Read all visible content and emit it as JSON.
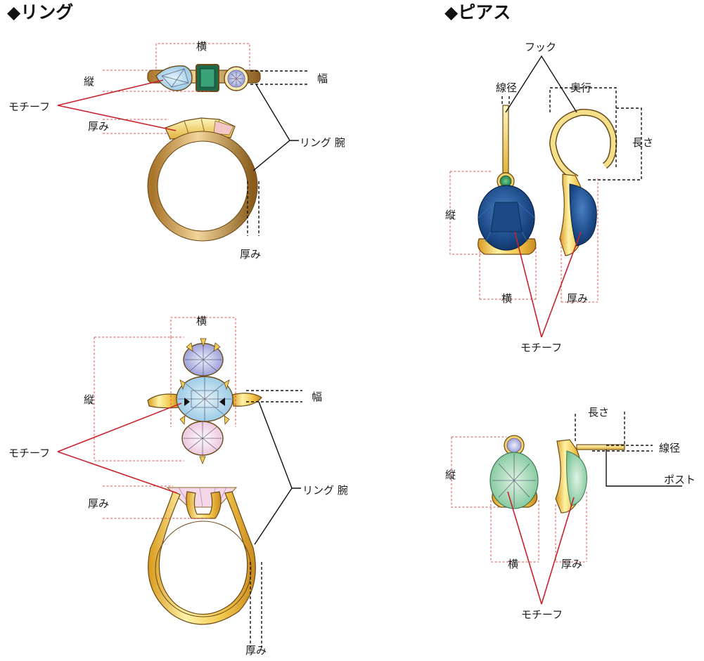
{
  "headers": {
    "ring": "◆リング",
    "pierce": "◆ピアス"
  },
  "ring1": {
    "width_label": "横",
    "length_label": "縦",
    "breadth_label": "幅",
    "motif_label": "モチーフ",
    "thickness_top_label": "厚み",
    "shank_label": "リング 腕",
    "thickness_bottom_label": "厚み"
  },
  "ring2": {
    "width_label": "横",
    "length_label": "縦",
    "breadth_label": "幅",
    "motif_label": "モチーフ",
    "thickness_top_label": "厚み",
    "shank_label": "リング 腕",
    "thickness_bottom_label": "厚み"
  },
  "pierce1": {
    "hook_label": "フック",
    "wire_label": "線径",
    "depth_label": "奥行",
    "length_label": "長さ",
    "height_label": "縦",
    "width_label": "横",
    "thickness_label": "厚み",
    "motif_label": "モチーフ"
  },
  "pierce2": {
    "length_label": "長さ",
    "wire_label": "線径",
    "post_label": "ポスト",
    "height_label": "縦",
    "width_label": "横",
    "thickness_label": "厚み",
    "motif_label": "モチーフ"
  },
  "colors": {
    "gold_light": "#f3e27a",
    "gold_dark": "#c98a1e",
    "bronze": "#b8863a",
    "red_leader": "#c8232c",
    "sapphire_blue": "#1f4f8a",
    "emerald": "#2e8a5a",
    "aqua": "#a9d3ea",
    "lavender": "#b6b8e0",
    "pink": "#f1d3e6",
    "mint": "#8fd1a8"
  },
  "icons": {
    "header_marker": "diamond-bullet-icon"
  }
}
